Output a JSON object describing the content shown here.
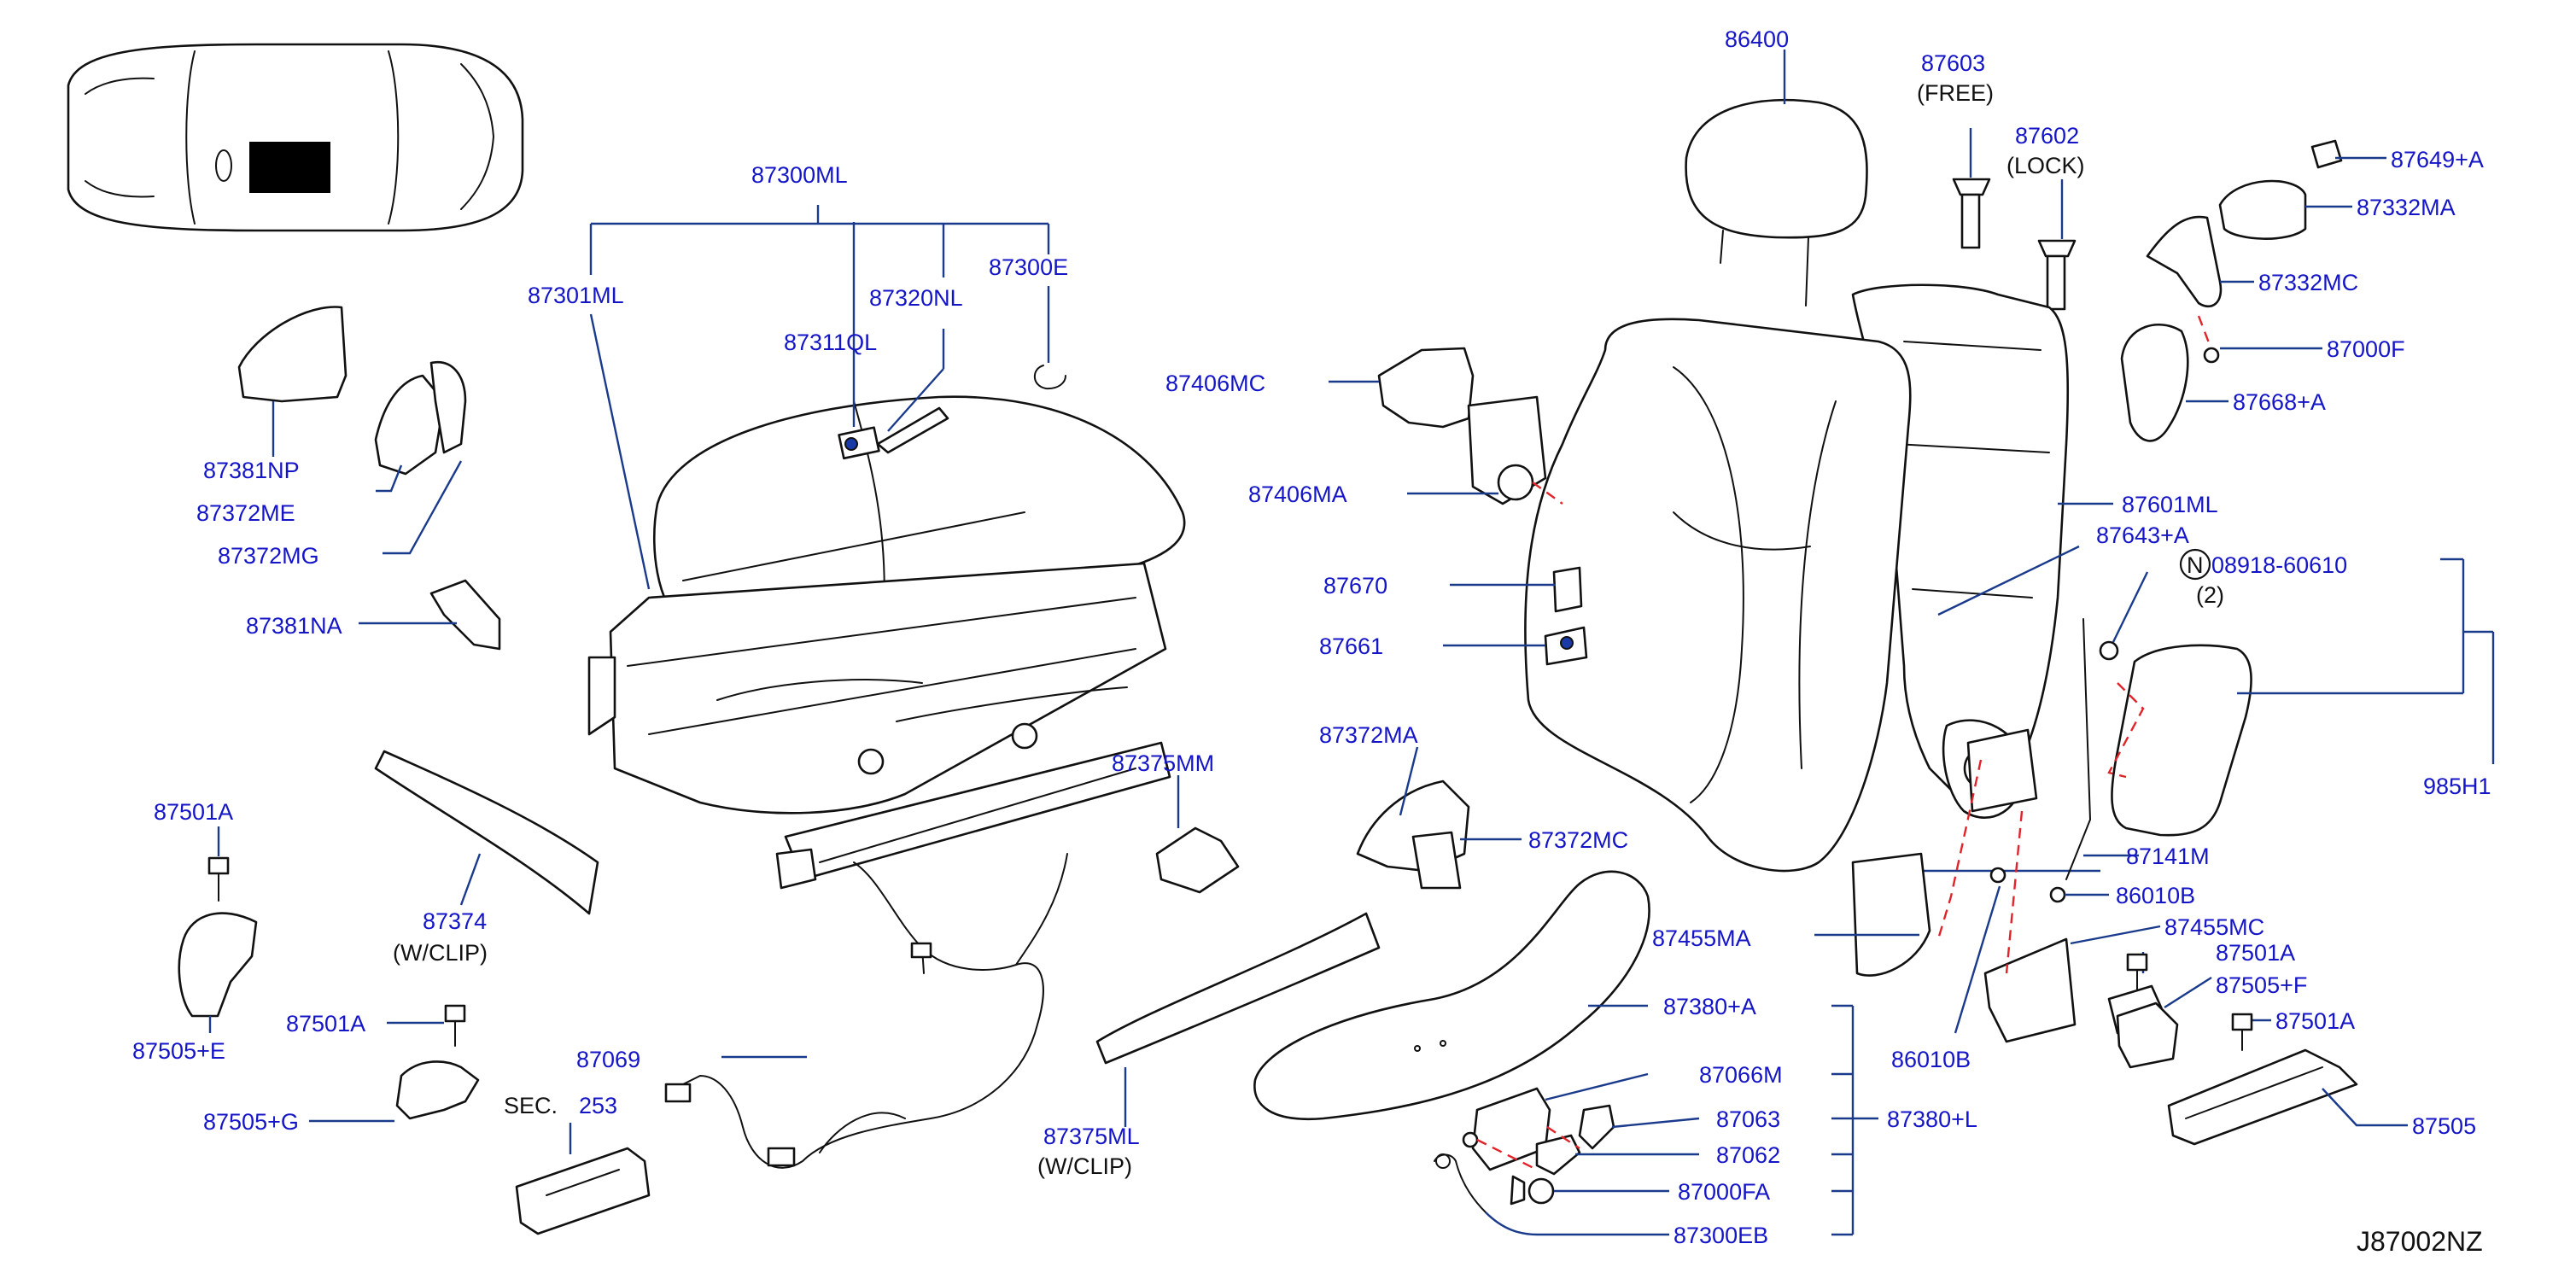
{
  "labels": {
    "p86400": "86400",
    "p87603": "87603",
    "free": "(FREE)",
    "p87602": "87602",
    "lock": "(LOCK)",
    "p87649a": "87649+A",
    "p87332ma": "87332MA",
    "p87332mc": "87332MC",
    "p87000f": "87000F",
    "p87668a": "87668+A",
    "p87300ml": "87300ML",
    "p87301ml": "87301ML",
    "p87320nl": "87320NL",
    "p87300e": "87300E",
    "p87311ql": "87311QL",
    "p87406mc": "87406MC",
    "p87406ma": "87406MA",
    "p87381np": "87381NP",
    "p87372me": "87372ME",
    "p87372mg": "87372MG",
    "p87381na": "87381NA",
    "p87670": "87670",
    "p87661": "87661",
    "p87601ml": "87601ML",
    "p87643a": "87643+A",
    "nut_symbol": "N",
    "p08918": "08918-60610",
    "qty2": "(2)",
    "p985h1": "985H1",
    "p87372ma": "87372MA",
    "p87372mc": "87372MC",
    "p87375mm": "87375MM",
    "p87501a_1": "87501A",
    "p87374": "87374",
    "wclip_1": "(W/CLIP)",
    "p87505e": "87505+E",
    "p87501a_2": "87501A",
    "p87505g": "87505+G",
    "sec": "SEC.",
    "sec_num": "253",
    "p87069": "87069",
    "p87375ml": "87375ML",
    "wclip_2": "(W/CLIP)",
    "p87141m": "87141M",
    "p86010b_1": "86010B",
    "p87455ma": "87455MA",
    "p87455mc": "87455MC",
    "p87501a_3": "87501A",
    "p87505f": "87505+F",
    "p87501a_4": "87501A",
    "p86010b_2": "86010B",
    "p87505": "87505",
    "p87380a": "87380+A",
    "p87066m": "87066M",
    "p87063": "87063",
    "p87380l": "87380+L",
    "p87062": "87062",
    "p87000fa": "87000FA",
    "p87300eb": "87300EB",
    "diagram_code": "J87002NZ"
  },
  "colors": {
    "label_blue": "#1515c8",
    "leader_blue": "#1a3a8c",
    "dash_red": "#e0242a",
    "part_outline": "#111111",
    "background": "#ffffff"
  }
}
